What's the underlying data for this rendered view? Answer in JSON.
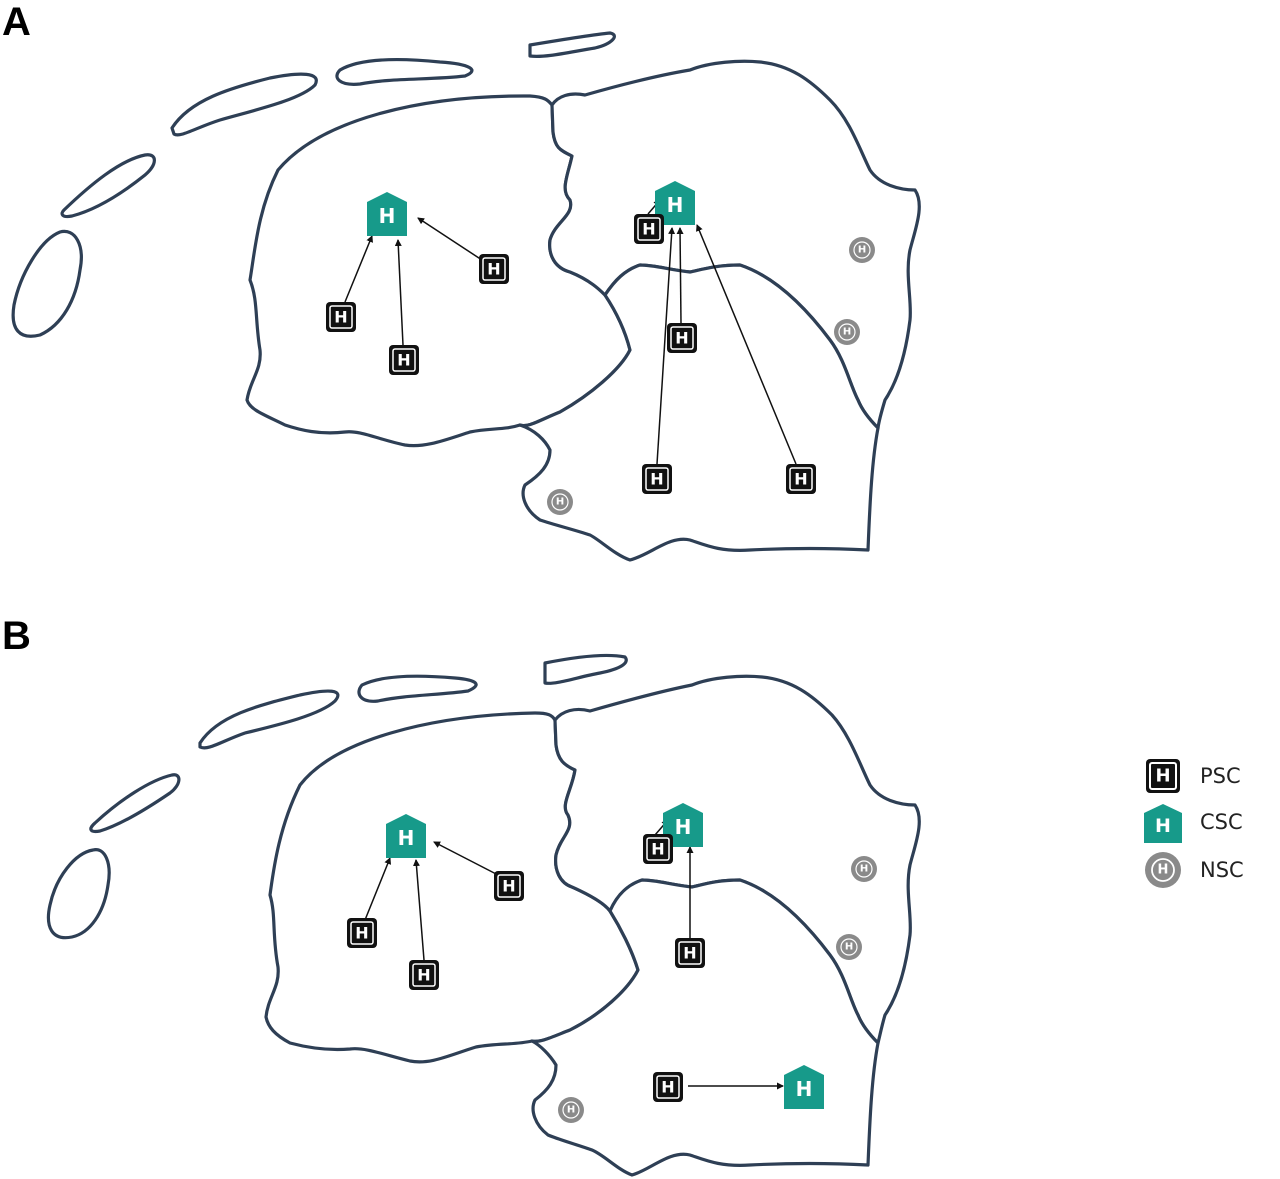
{
  "panels": [
    {
      "label": "A"
    },
    {
      "label": "B"
    }
  ],
  "hospital_glyph": "H",
  "legend": [
    {
      "symbol": "black-square-h-icon",
      "label": "PSC",
      "color": "#111111"
    },
    {
      "symbol": "teal-pentagon-h-icon",
      "label": "CSC",
      "color": "#179a8a"
    },
    {
      "symbol": "gray-circle-h-icon",
      "label": "NSC",
      "color": "#8a8a8a"
    }
  ],
  "colors": {
    "psc": "#111111",
    "csc": "#179a8a",
    "nsc": "#8a8a8a",
    "border": "#2e3f55"
  }
}
